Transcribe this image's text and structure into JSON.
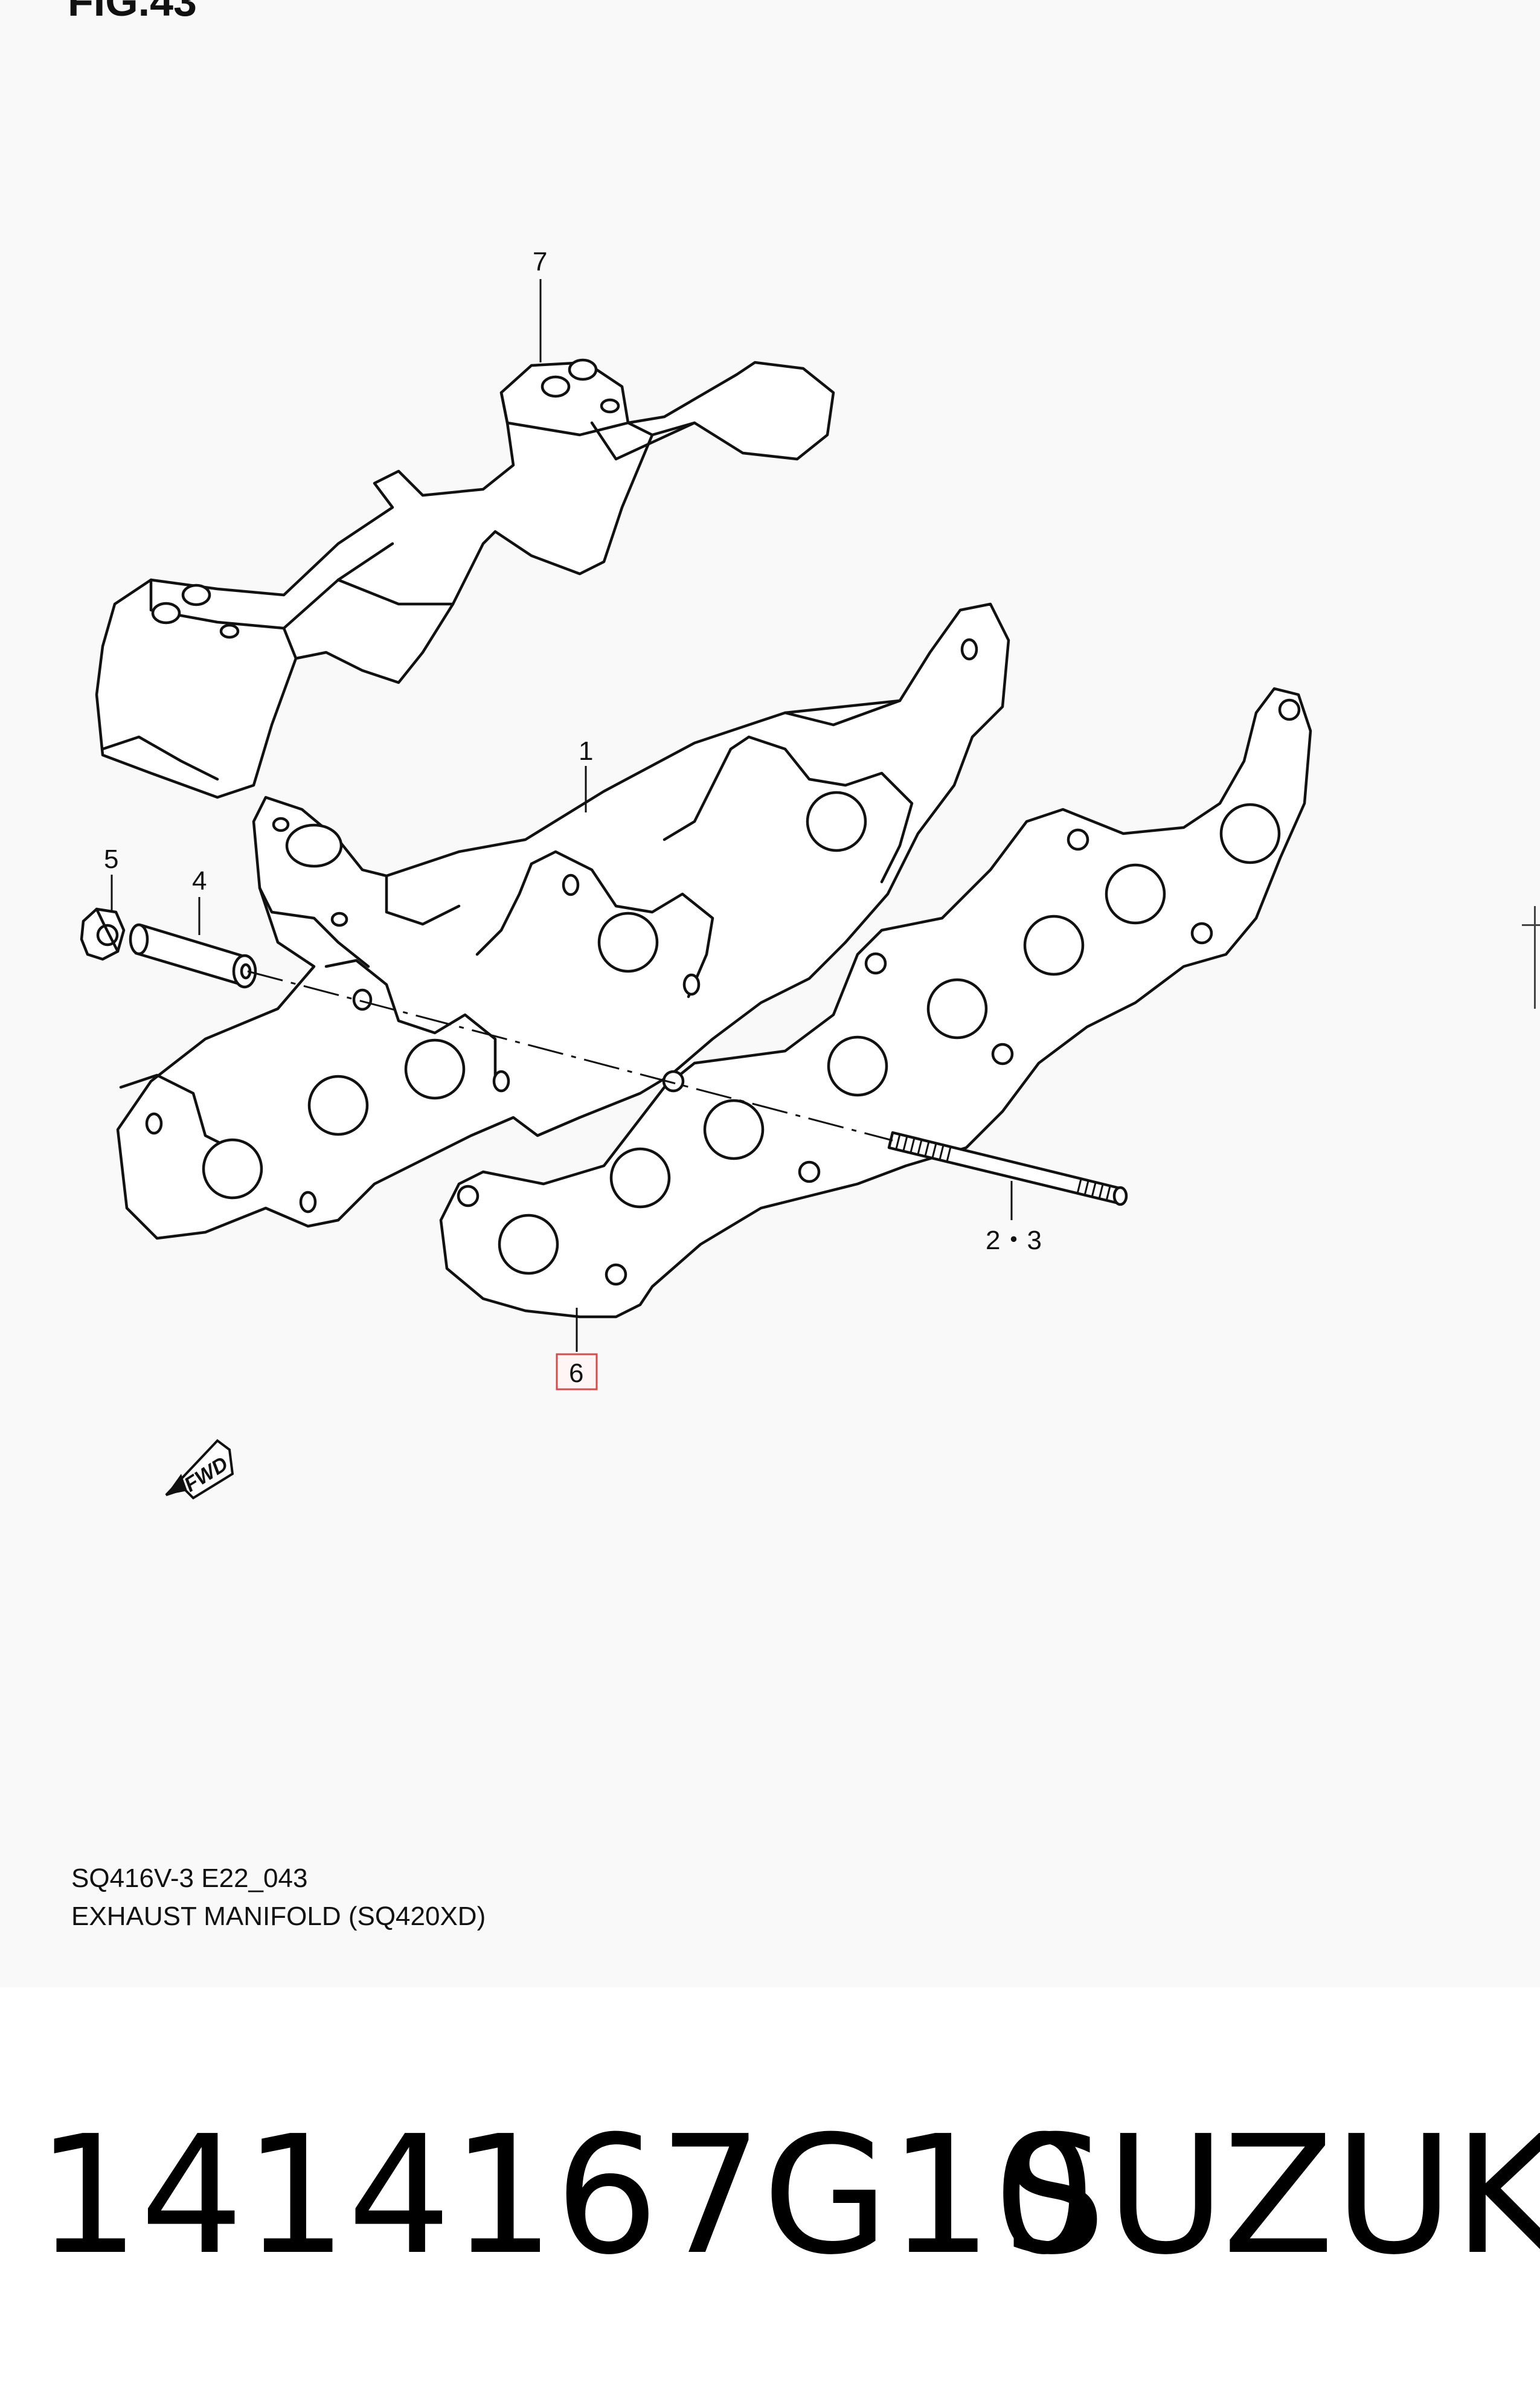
{
  "figure": {
    "title": "FIG.43"
  },
  "caption": {
    "model_code": "SQ416V-3 E22_043",
    "description": "EXHAUST MANIFOLD (SQ420XD)"
  },
  "callouts": {
    "c1": "1",
    "c23": "2・3",
    "c4": "4",
    "c5": "5",
    "c6": "6",
    "c7": "7"
  },
  "fwd_label": "FWD",
  "product": {
    "part_number": "1414167G10",
    "brand": "SUZUKI"
  },
  "colors": {
    "highlight": "#d94a4a",
    "line": "#111111",
    "panel": "#f9f9f9"
  }
}
